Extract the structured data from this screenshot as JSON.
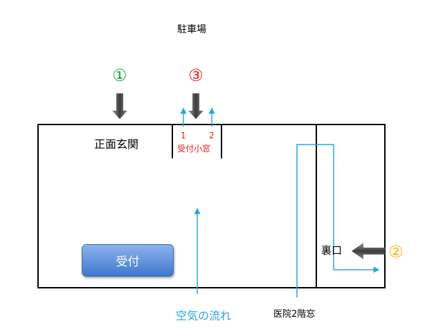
{
  "labels": {
    "parking": "駐車場",
    "front_entrance": "正面玄関",
    "reception_window": "受付小窓",
    "window_num_1": "1",
    "window_num_2": "2",
    "back_entrance": "裏口",
    "airflow": "空気の流れ",
    "hospital_window": "医院2階窓",
    "reception": "受付"
  },
  "markers": {
    "one": "①",
    "two": "②",
    "three": "③"
  },
  "colors": {
    "marker_one": "#1faa3c",
    "marker_two": "#f7b515",
    "marker_three": "#ee1c1c",
    "airflow": "#2aa4dd",
    "window_label": "#e21b1b"
  },
  "icons": {
    "down_arrow": "gray-block-arrow-down",
    "left_arrow": "gray-block-arrow-left",
    "airflow_arrow": "thin-blue-arrow"
  }
}
